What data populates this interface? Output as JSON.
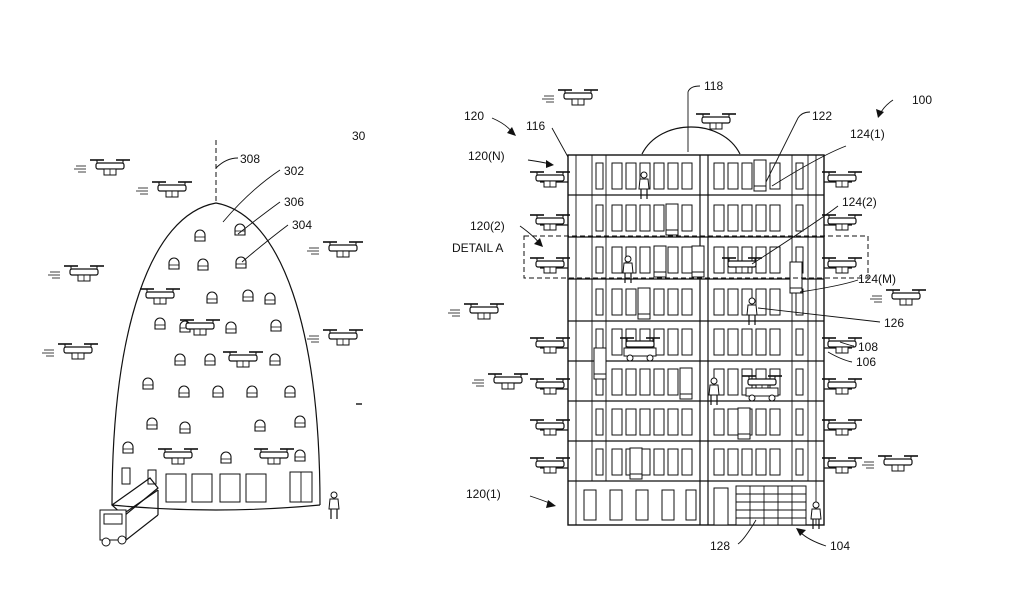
{
  "figure": {
    "left_drawing": {
      "labels": [
        "308",
        "302",
        "306",
        "304",
        "30"
      ]
    },
    "right_drawing": {
      "labels": [
        "100",
        "118",
        "120",
        "116",
        "122",
        "124(1)",
        "120(N)",
        "124(2)",
        "120(2)",
        "DETAIL A",
        "124(M)",
        "126",
        "108",
        "106",
        "120(1)",
        "128",
        "104"
      ]
    }
  }
}
